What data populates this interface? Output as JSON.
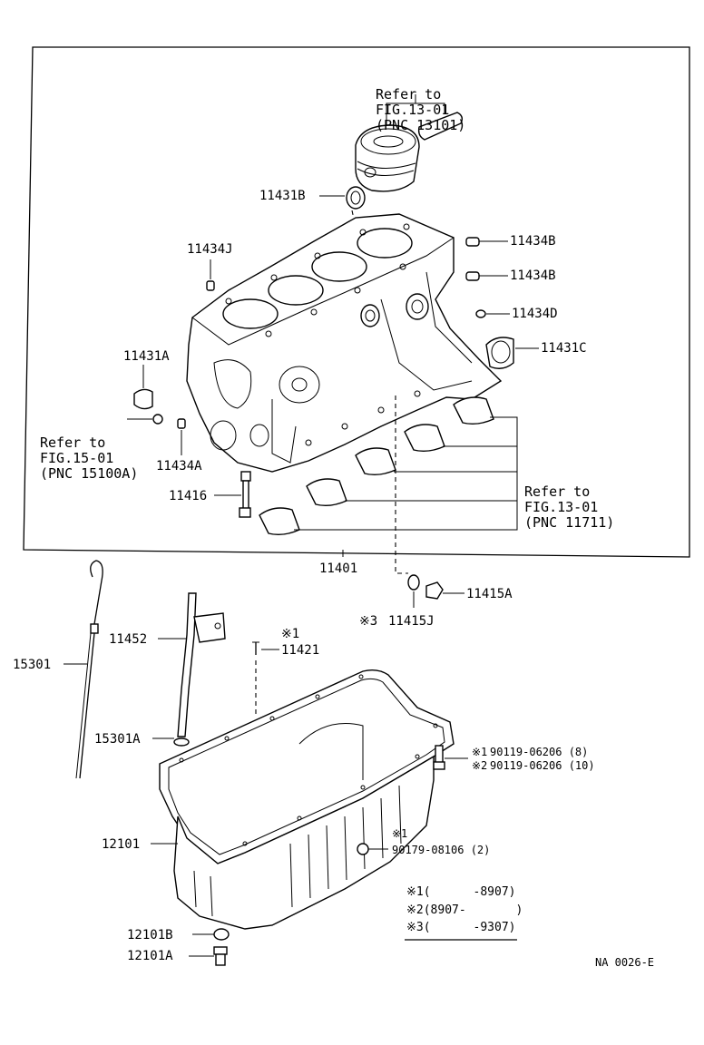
{
  "refs": {
    "piston": [
      "Refer to",
      "FIG.13-01",
      "(PNC 13101)"
    ],
    "timing": [
      "Refer to",
      "FIG.15-01",
      "(PNC 15100A)"
    ],
    "bearing": [
      "Refer to",
      "FIG.13-01",
      "(PNC 11711)"
    ]
  },
  "parts": {
    "p11431B": "11431B",
    "p11434B_1": "11434B",
    "p11434B_2": "11434B",
    "p11434D": "11434D",
    "p11434J": "11434J",
    "p11431A": "11431A",
    "p11431C": "11431C",
    "p11434A": "11434A",
    "p11416": "11416",
    "p11401": "11401",
    "p11415A": "11415A",
    "p11415J": "11415J",
    "p11452": "11452",
    "p11421": "11421",
    "p15301": "15301",
    "p15301A": "15301A",
    "p12101": "12101",
    "p12101B": "12101B",
    "p12101A": "12101A",
    "bolt1": "90119-06206 (8)",
    "bolt2": "90119-06206 (10)",
    "nut": "90179-08106 (2)"
  },
  "marks": {
    "m1": "※1",
    "m2": "※2",
    "m3": "※3"
  },
  "legend": [
    {
      "mark": "※1",
      "range": "(      -8907)"
    },
    {
      "mark": "※2",
      "range": "(8907-       )"
    },
    {
      "mark": "※3",
      "range": "(      -9307)"
    }
  ],
  "code": "NA 0026-E"
}
